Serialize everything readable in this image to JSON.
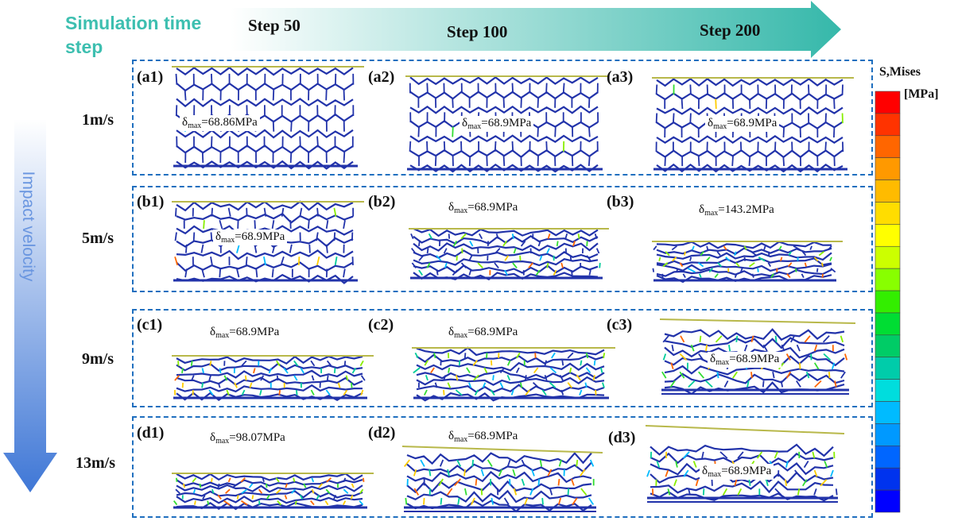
{
  "header": {
    "title_line1": "Simulation time",
    "title_line2": "step",
    "steps": [
      "Step 50",
      "Step 100",
      "Step 200"
    ]
  },
  "left_axis": {
    "label": "Impact velocity"
  },
  "rows": [
    {
      "velocity": "1m/s",
      "cells": [
        {
          "label": "(a1)",
          "value": "=68.86MPa"
        },
        {
          "label": "(a2)",
          "value": "=68.9MPa"
        },
        {
          "label": "(a3)",
          "value": "=68.9MPa"
        }
      ]
    },
    {
      "velocity": "5m/s",
      "cells": [
        {
          "label": "(b1)",
          "value": "=68.9MPa"
        },
        {
          "label": "(b2)",
          "value": "=68.9MPa"
        },
        {
          "label": "(b3)",
          "value": "=143.2MPa"
        }
      ]
    },
    {
      "velocity": "9m/s",
      "cells": [
        {
          "label": "(c1)",
          "value": "=68.9MPa"
        },
        {
          "label": "(c2)",
          "value": "=68.9MPa"
        },
        {
          "label": "(c3)",
          "value": "=68.9MPa"
        }
      ]
    },
    {
      "velocity": "13m/s",
      "cells": [
        {
          "label": "(d1)",
          "value": "=98.07MPa"
        },
        {
          "label": "(d2)",
          "value": "=68.9MPa"
        },
        {
          "label": "(d3)",
          "value": "=68.9MPa"
        }
      ]
    }
  ],
  "stress_symbol": "δ",
  "stress_subscript": "max",
  "legend": {
    "title": "S,Mises",
    "unit": "[MPa]",
    "colors": [
      "#ff0000",
      "#ff3300",
      "#ff6600",
      "#ff9900",
      "#ffbb00",
      "#ffdd00",
      "#ffff00",
      "#ccff00",
      "#88ff00",
      "#33ee00",
      "#00dd33",
      "#00cc66",
      "#00ccaa",
      "#00dddd",
      "#00bbff",
      "#0099ff",
      "#0066ff",
      "#0033ee",
      "#0000ff"
    ]
  },
  "colors": {
    "header_teal": "#3dbfb0",
    "panel_border": "#1f6fbf",
    "impact_blue": "#3f77d6",
    "structure_blue": "#2233aa",
    "plate": "#b8b84a"
  }
}
